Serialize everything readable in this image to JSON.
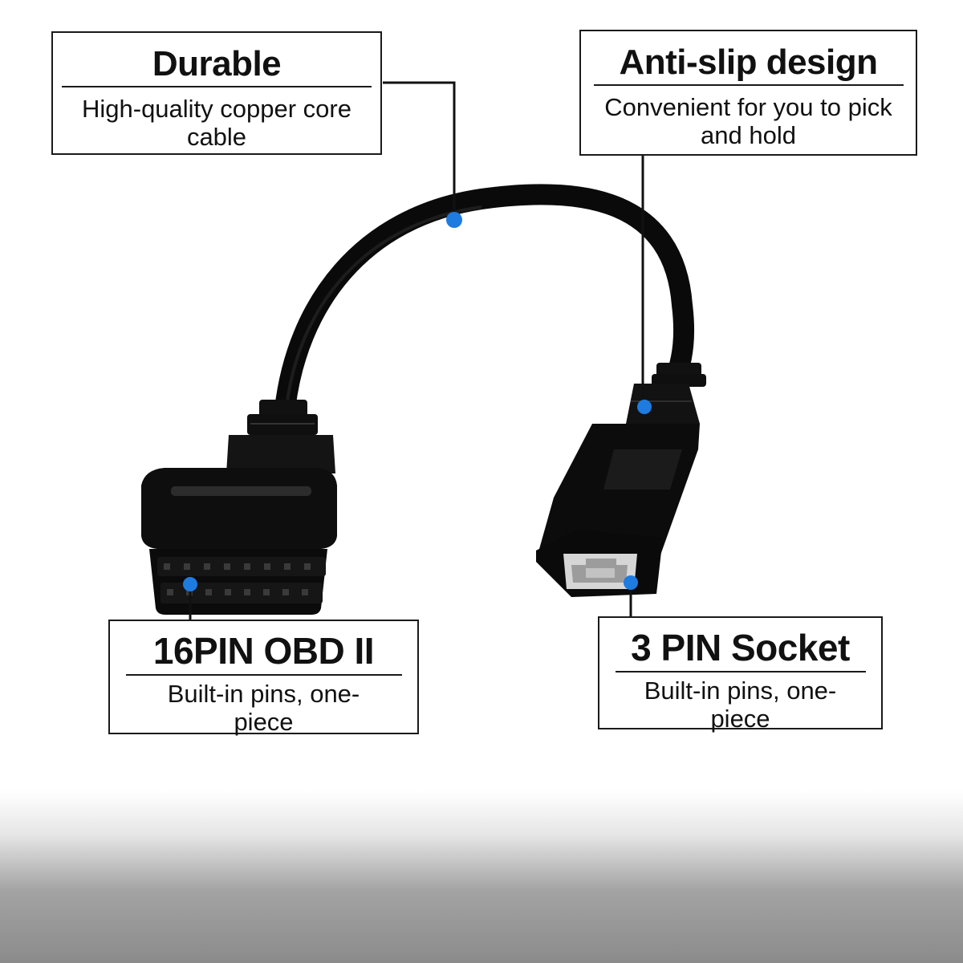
{
  "callouts": {
    "durable": {
      "title": "Durable",
      "description": "High-quality copper core cable"
    },
    "anti_slip": {
      "title": "Anti-slip design",
      "description": "Convenient for you to pick and hold"
    },
    "obd_connector": {
      "title": "16PIN OBD II",
      "description": "Built-in pins, one-piece"
    },
    "pin_socket": {
      "title": "3 PIN Socket",
      "description": "Built-in pins, one-piece"
    }
  },
  "colors": {
    "leader_dot": "#1e7be0",
    "cable": "#0a0a0a",
    "frame": "#1a1a1a"
  }
}
